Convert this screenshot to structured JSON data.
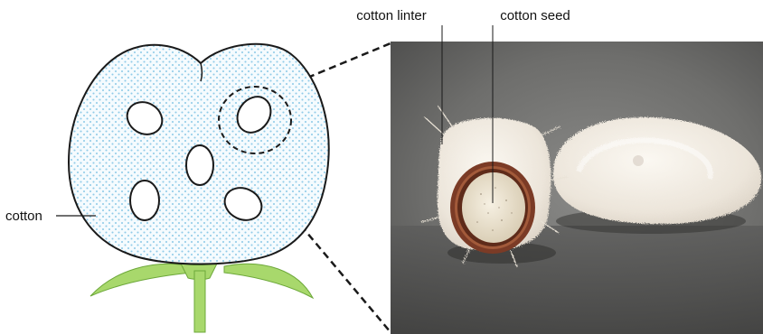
{
  "labels": {
    "cotton": "cotton",
    "cotton_linter": "cotton linter",
    "cotton_seed": "cotton seed"
  },
  "colors": {
    "boll_fill": "#f5fbfe",
    "boll_dots": "#8fcbe8",
    "outline": "#1a1a1a",
    "leaf": "#a8d86c",
    "leaf_edge": "#6da83a",
    "photo_background": "#6e6e6c",
    "cotton_fiber": "#f1ece4",
    "seed_coat": "#7b3b26",
    "seed_kernel": "#efe6d2"
  },
  "icons": [
    "cotton-boll-diagram",
    "seed-cavity",
    "zoom-circle",
    "cotton-seed-photo"
  ]
}
